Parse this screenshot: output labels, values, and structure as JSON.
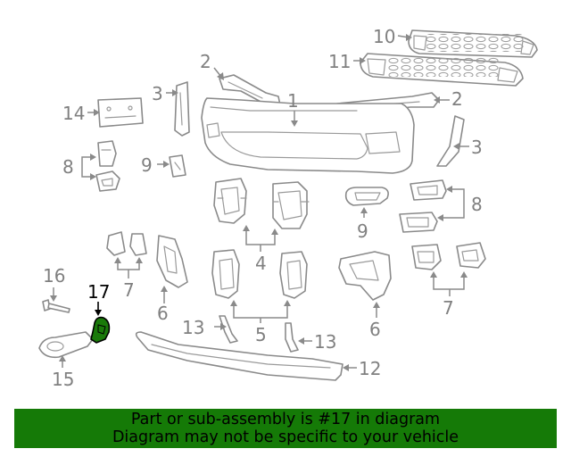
{
  "diagram": {
    "highlight_color": "#157a07",
    "callouts": {
      "c1": "1",
      "c2a": "2",
      "c2b": "2",
      "c3a": "3",
      "c3b": "3",
      "c4": "4",
      "c5": "5",
      "c6a": "6",
      "c6b": "6",
      "c7a": "7",
      "c7b": "7",
      "c8a": "8",
      "c8b": "8",
      "c9a": "9",
      "c9b": "9",
      "c10": "10",
      "c11": "11",
      "c12": "12",
      "c13a": "13",
      "c13b": "13",
      "c14": "14",
      "c15": "15",
      "c16": "16",
      "c17": "17"
    }
  },
  "banner": {
    "line1": "Part or sub-assembly is #17 in diagram",
    "line2": "Diagram may not be specific to your vehicle"
  }
}
